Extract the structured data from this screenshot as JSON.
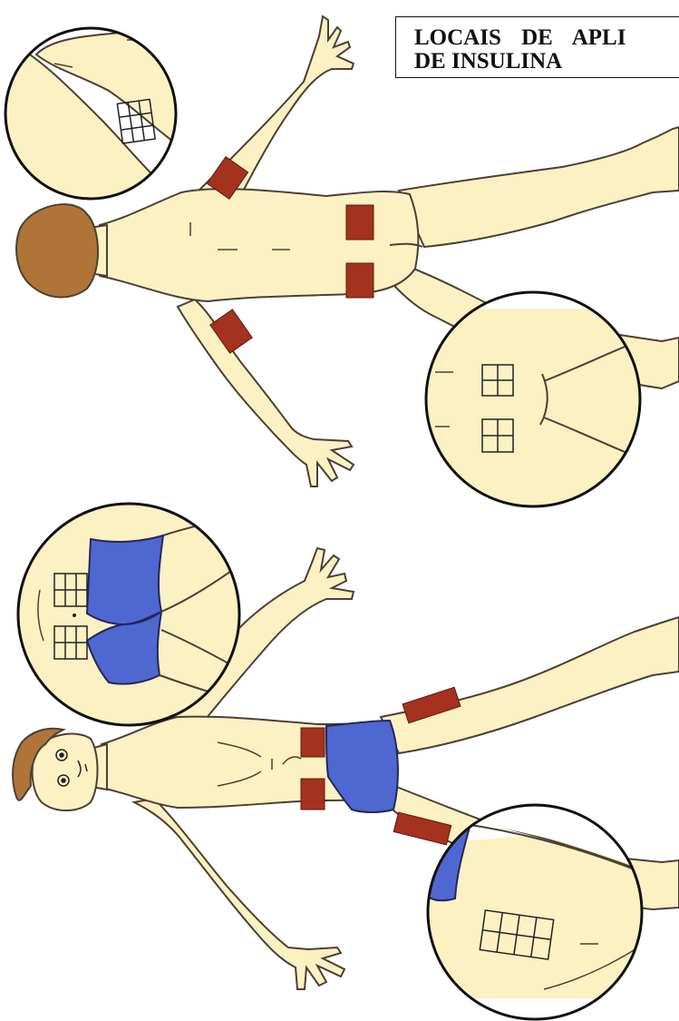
{
  "title": {
    "line1": "LOCAIS DE APLI",
    "line2": "DE INSULINA"
  },
  "colors": {
    "skin": "#fbf1c2",
    "outline": "#4b4034",
    "injection_site": "#a5321f",
    "underwear": "#4f67d0",
    "hair": "#b07438",
    "background": "#ffffff"
  },
  "figures": [
    {
      "view": "back",
      "injection_sites": [
        "upper-arm-left",
        "upper-arm-right",
        "buttock-left",
        "buttock-right"
      ],
      "zoom": [
        "upper-arm-grid",
        "buttocks-grid"
      ]
    },
    {
      "view": "front",
      "injection_sites": [
        "abdomen-left",
        "abdomen-right",
        "thigh-left",
        "thigh-right"
      ],
      "zoom": [
        "abdomen-grid",
        "thigh-grid"
      ]
    }
  ]
}
